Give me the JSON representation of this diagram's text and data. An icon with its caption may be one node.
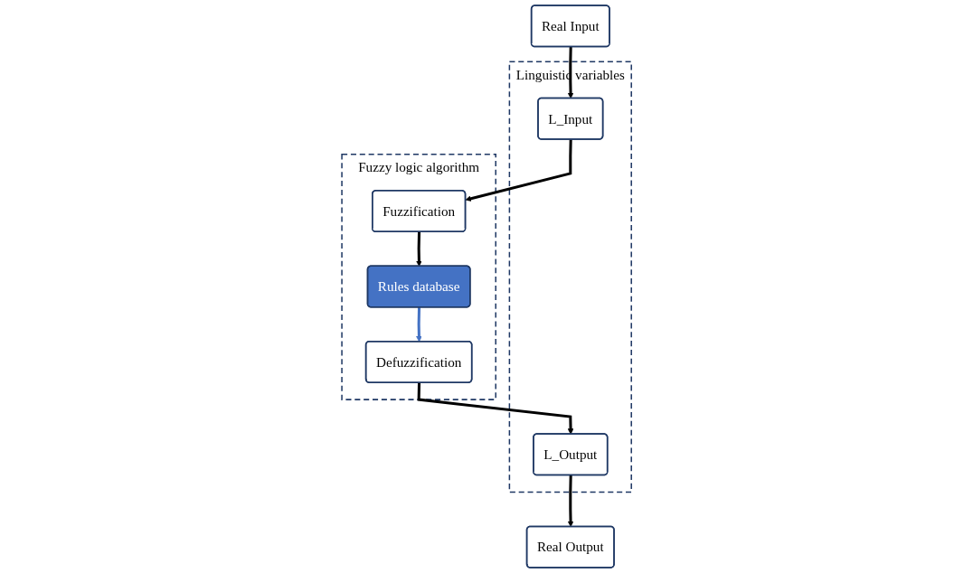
{
  "diagram": {
    "nodes": [
      {
        "text": [
          "Real Input"
        ]
      },
      {
        "text": [
          "Real Output"
        ]
      },
      {
        "text": [
          "Linguistic variables"
        ]
      },
      {
        "text": [
          "L_Input"
        ],
        "in": 2
      },
      {
        "text": [
          "L_Output"
        ],
        "in": 2
      },
      {
        "text": [
          "Fuzzy logic algorithm"
        ]
      },
      {
        "text": [
          "Fuzzification"
        ],
        "in": 5
      },
      {
        "text": [
          "Rules database"
        ],
        "in": 5
      },
      {
        "text": [
          "Defuzzification"
        ],
        "in": 5
      }
    ],
    "edges": [
      {
        "from": 0,
        "to": 3,
        "arrow": "to"
      },
      {
        "from": 3,
        "to": 6,
        "arrow": "to"
      },
      {
        "from": 6,
        "to": 7,
        "arrow": "to"
      },
      {
        "from": 7,
        "to": 8,
        "arrow": "to",
        "color": "#4472c4"
      },
      {
        "from": 8,
        "to": 4,
        "arrow": "to"
      },
      {
        "from": 4,
        "to": 1,
        "arrow": "to"
      }
    ]
  }
}
